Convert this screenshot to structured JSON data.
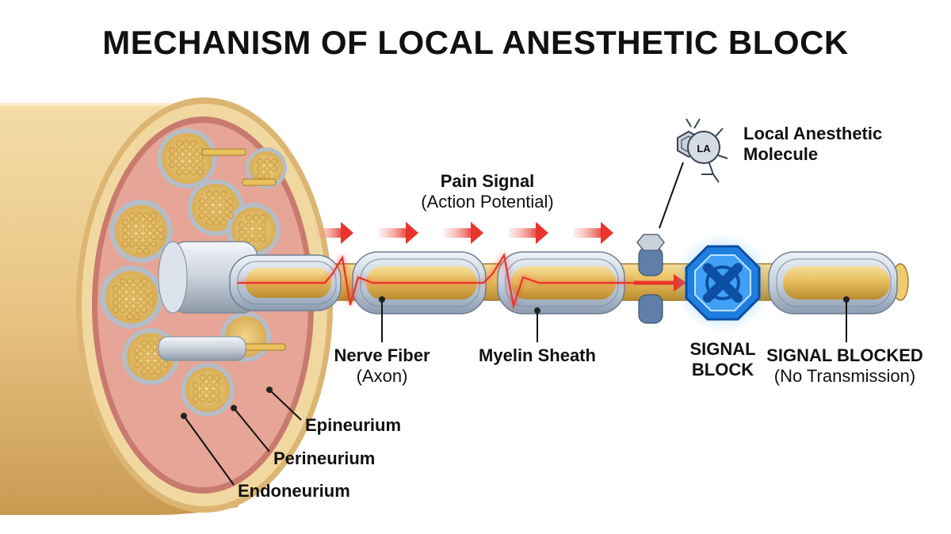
{
  "title": "MECHANISM OF LOCAL ANESTHETIC BLOCK",
  "labels": {
    "pain_signal": "Pain Signal",
    "action_potential": "(Action Potential)",
    "local_anesthetic": "Local Anesthetic",
    "molecule": "Molecule",
    "la_symbol": "LA",
    "nerve_fiber": "Nerve Fiber",
    "axon": "(Axon)",
    "myelin_sheath": "Myelin Sheath",
    "signal_block_1": "SIGNAL",
    "signal_block_2": "BLOCK",
    "signal_blocked": "SIGNAL BLOCKED",
    "no_transmission": "(No Transmission)",
    "epineurium": "Epineurium",
    "perineurium": "Perineurium",
    "endoneurium": "Endoneurium"
  },
  "colors": {
    "nerve_tan": "#E9C98A",
    "axon_gold": "#E6BE63",
    "myelin_blue": "#C9D6E3",
    "signal_red": "#E8342B",
    "block_blue": "#1F7FE0",
    "perineurium_pink": "#E8A89A"
  }
}
